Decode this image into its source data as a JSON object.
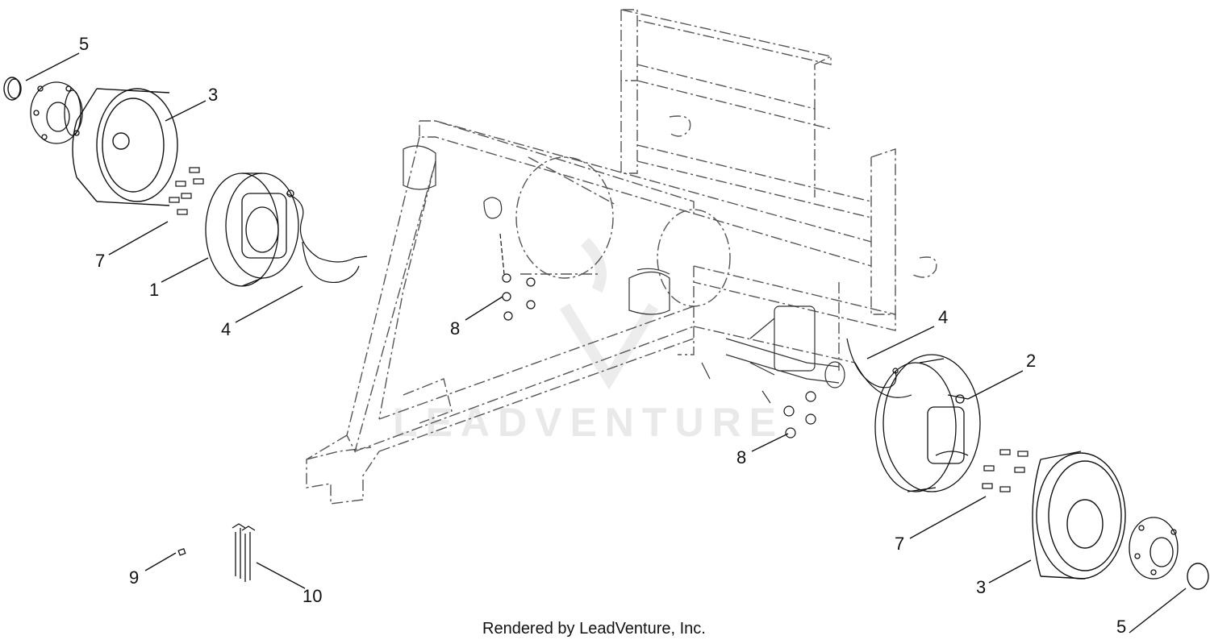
{
  "callouts": [
    {
      "id": "c-5-top",
      "label": "5"
    },
    {
      "id": "c-3-top",
      "label": "3"
    },
    {
      "id": "c-7-left",
      "label": "7"
    },
    {
      "id": "c-1",
      "label": "1"
    },
    {
      "id": "c-4-left",
      "label": "4"
    },
    {
      "id": "c-8-left",
      "label": "8"
    },
    {
      "id": "c-4-right",
      "label": "4"
    },
    {
      "id": "c-2",
      "label": "2"
    },
    {
      "id": "c-8-right",
      "label": "8"
    },
    {
      "id": "c-7-right",
      "label": "7"
    },
    {
      "id": "c-9",
      "label": "9"
    },
    {
      "id": "c-10",
      "label": "10"
    },
    {
      "id": "c-3-bottom",
      "label": "3"
    },
    {
      "id": "c-5-bottom",
      "label": "5"
    }
  ],
  "watermark": "LEADVENTURE",
  "credit": "Rendered by LeadVenture, Inc."
}
